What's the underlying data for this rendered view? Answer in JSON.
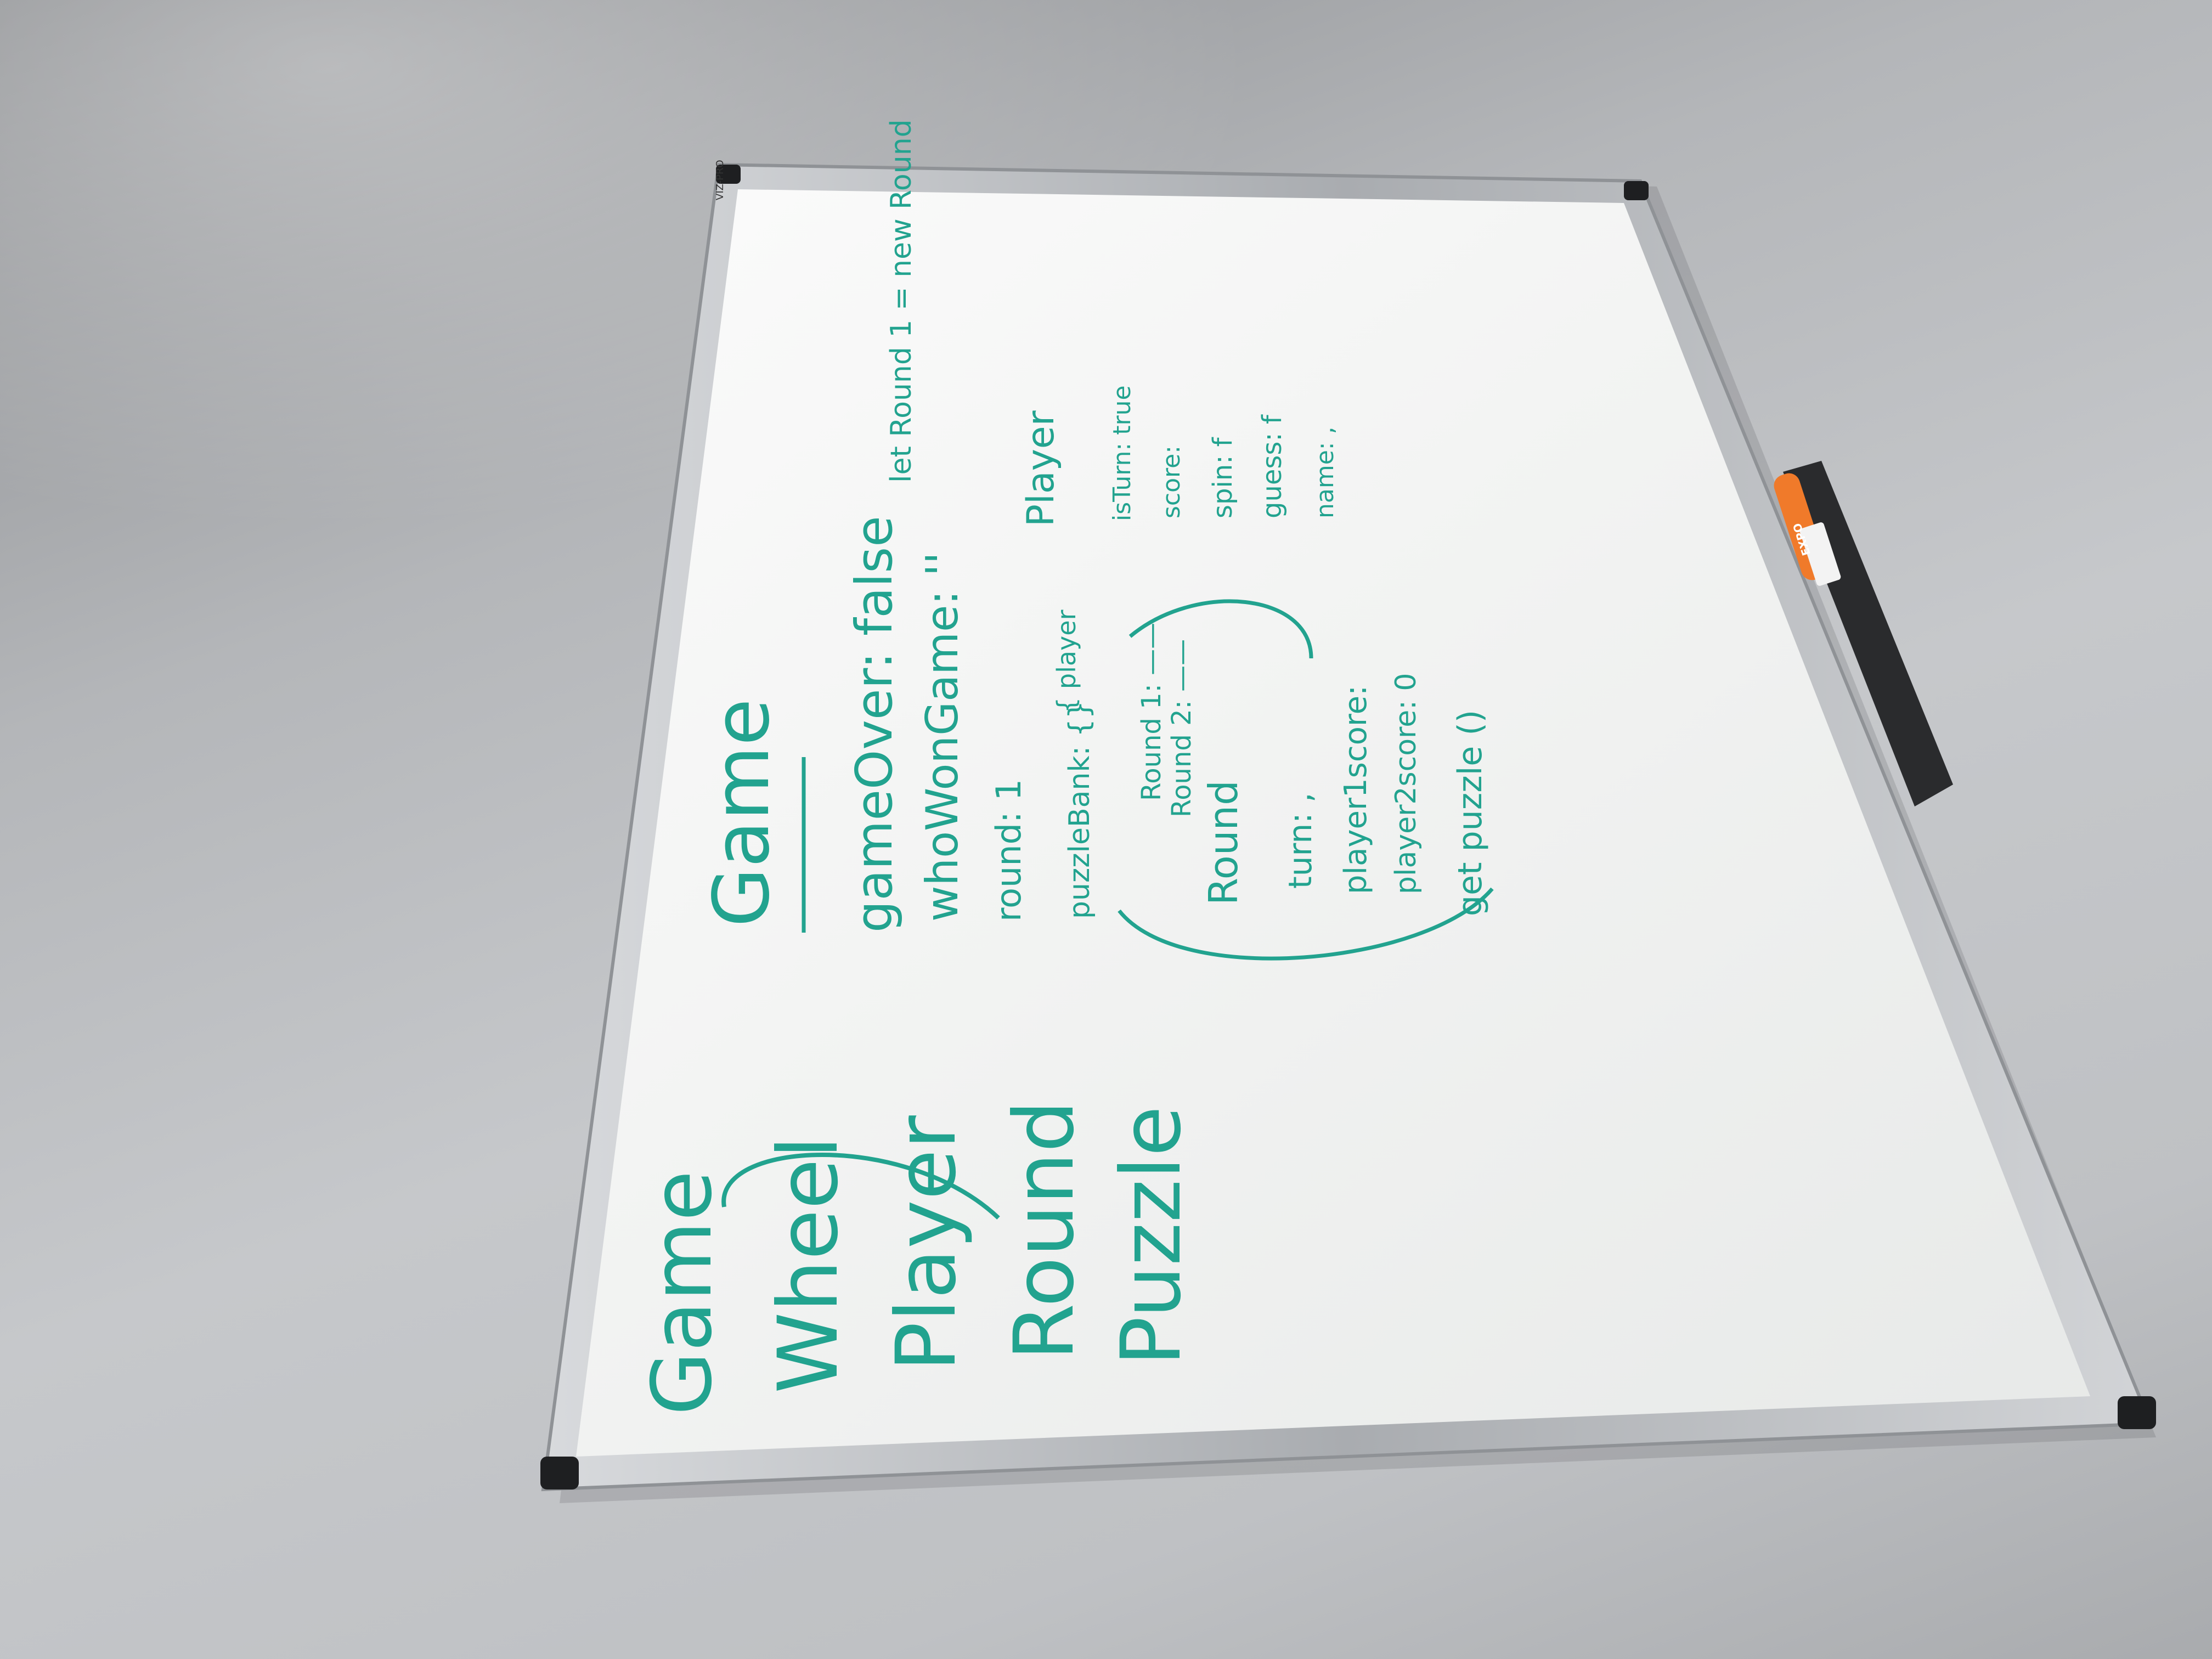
{
  "board": {
    "brand": "VIZ-PRO",
    "left_list": [
      "Game",
      "Wheel",
      "Player",
      "Round",
      "Puzzle"
    ],
    "game_class": {
      "title": "Game",
      "props": [
        "gameOver: false",
        "whoWonGame: ''",
        "round: 1",
        "puzzleBank: {}",
        "Round 1: ——",
        "Round 2: ——"
      ],
      "player_note": "{ player"
    },
    "round_class": {
      "title": "Round",
      "props": [
        "turn: ,",
        "player1score:",
        "player2score: 0",
        "get puzzle ()"
      ]
    },
    "player_class": {
      "title": "Player",
      "props": [
        "isTurn: true",
        "score:",
        "spin: f",
        "guess: f",
        "name: ,"
      ]
    },
    "note": "let Round 1 = new Round"
  },
  "marker": {
    "brand": "EXPO",
    "cap_color": "#f07a2a"
  },
  "colors": {
    "ink": "#22a38f",
    "frame": "#b9bcc0",
    "board": "#f4f5f4"
  }
}
